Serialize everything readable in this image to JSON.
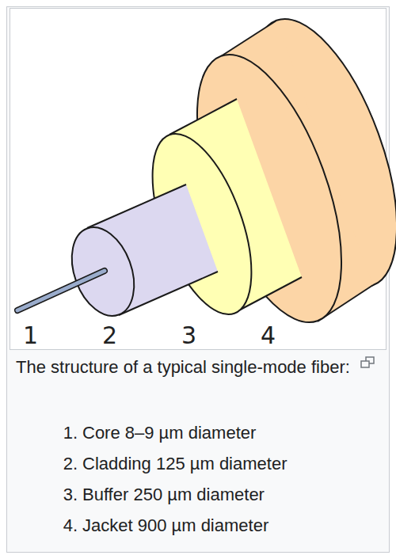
{
  "diagram": {
    "caption": "The structure of a typical single-mode fiber:",
    "labels": [
      "1",
      "2",
      "3",
      "4",
      "1.",
      "Core 8–9 µm diameter",
      "2.",
      "Cladding 125 µm diameter",
      "3.",
      "Buffer 250 µm diameter",
      "4.",
      "Jacket 900 µm diameter"
    ]
  }
}
